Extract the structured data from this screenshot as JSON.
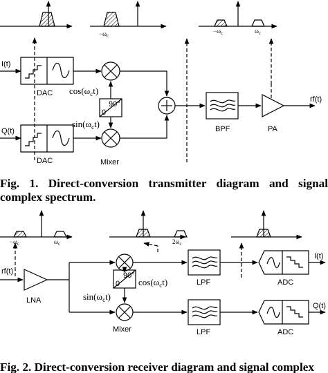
{
  "transmitter": {
    "spectrum": {
      "carrier_neg": "−ω",
      "carrier_neg_sub": "c",
      "carrier_out_neg": "−ω",
      "carrier_out_neg_sub": "c",
      "carrier_out_pos": "ω",
      "carrier_out_pos_sub": "c"
    },
    "inputs": {
      "i": "I(t)",
      "q": "Q(t)"
    },
    "dac_label": "DAC",
    "lo_cos": "cos(ω",
    "lo_cos_sub": "c",
    "lo_cos_tail": "t)",
    "lo_sin": "sin(ω",
    "lo_sin_sub": "c",
    "lo_sin_tail": "t)",
    "phase_90": "90°",
    "phase_0": "0",
    "mixer_label": "Mixer",
    "bpf_label": "BPF",
    "pa_label": "PA",
    "output": "rf(t)"
  },
  "caption1": {
    "line1": "Fig. 1. Direct-conversion transmitter diagram and signal",
    "line2": "complex spectrum."
  },
  "receiver": {
    "spectrum": {
      "in_neg": "−ω",
      "in_neg_sub": "c",
      "in_pos": "ω",
      "in_pos_sub": "c",
      "mix_2wc": "2ω",
      "mix_2wc_sub": "c"
    },
    "input": "rf(t)",
    "lna_label": "LNA",
    "lo_cos": "cos(ω",
    "lo_cos_sub": "c",
    "lo_cos_tail": "t)",
    "lo_sin": "sin(ω",
    "lo_sin_sub": "c",
    "lo_sin_tail": "t)",
    "phase_90": "90°",
    "phase_0": "0",
    "mixer_label": "Mixer",
    "lpf_label": "LPF",
    "adc_label": "ADC",
    "outputs": {
      "i": "I(t)",
      "q": "Q(t)"
    }
  },
  "caption2": {
    "line1": "Fig. 2. Direct-conversion receiver diagram and signal complex"
  }
}
